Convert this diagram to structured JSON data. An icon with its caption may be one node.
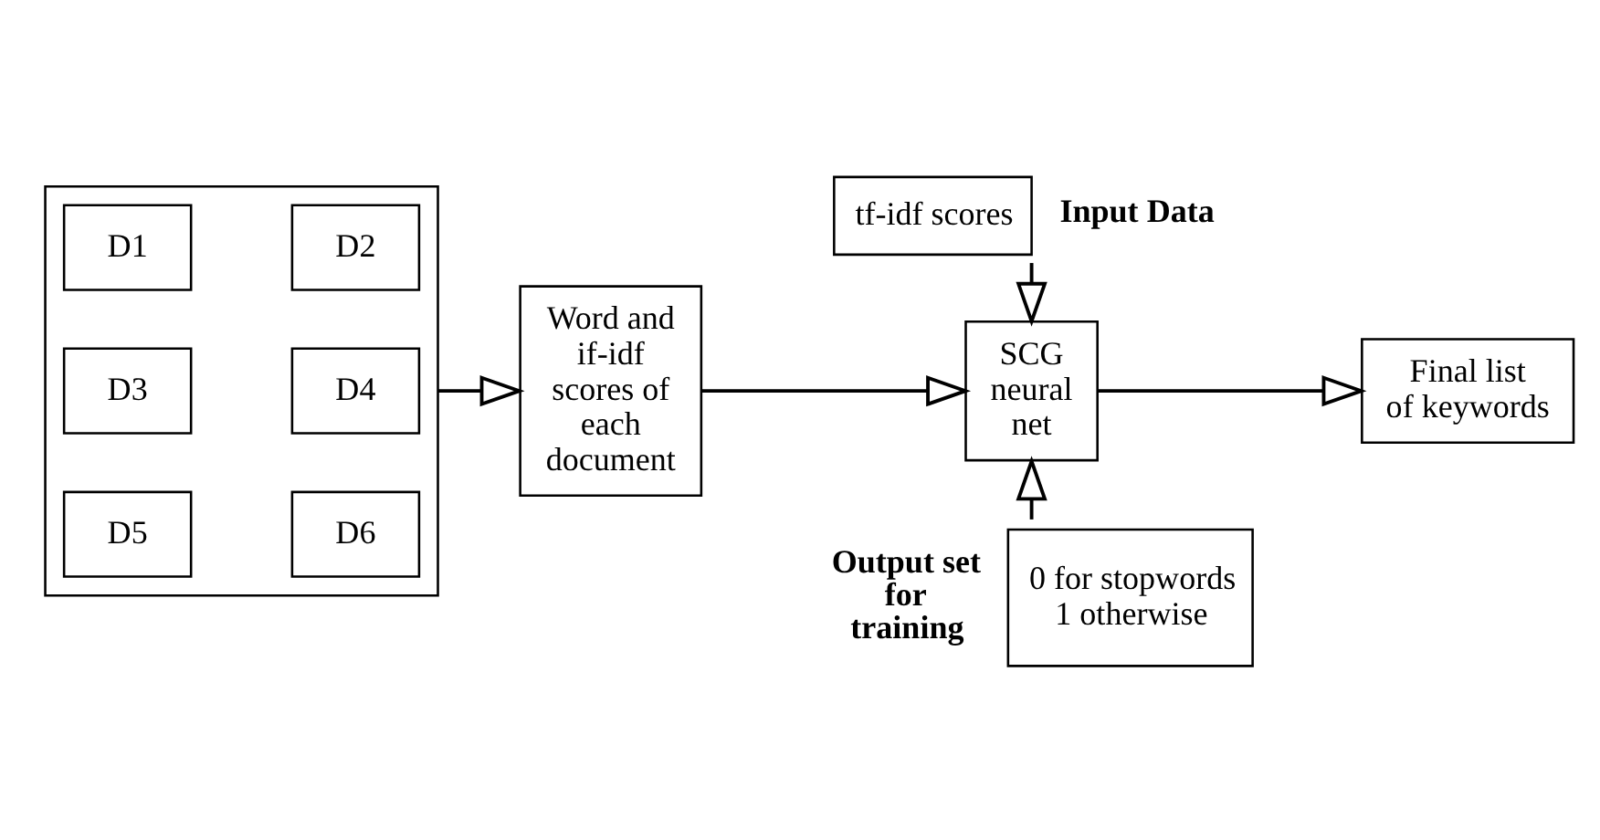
{
  "diagram": {
    "nodes": [
      {
        "text": [],
        "shape": "box"
      },
      {
        "text": [
          "D1"
        ],
        "in": 0
      },
      {
        "text": [
          "D2"
        ],
        "in": 0
      },
      {
        "text": [
          "D3"
        ],
        "in": 0
      },
      {
        "text": [
          "D4"
        ],
        "in": 0
      },
      {
        "text": [
          "D5"
        ],
        "in": 0
      },
      {
        "text": [
          "D6"
        ],
        "in": 0
      },
      {
        "text": [
          "Word and if-idf scores of each document"
        ]
      },
      {
        "text": [
          "tf-idf scores"
        ],
        "beside": [
          "Input Data"
        ]
      },
      {
        "text": [
          "SCG neural net"
        ]
      },
      {
        "text": [
          "Final list of keywords"
        ]
      },
      {
        "text": [
          "0 for stopwords 1 otherwise"
        ],
        "beside": [
          "Output set for training"
        ]
      }
    ],
    "edges": [
      {
        "from": 0,
        "to": 7,
        "arrow": "to"
      },
      {
        "from": 7,
        "to": 9,
        "arrow": "to"
      },
      {
        "from": 8,
        "to": 9,
        "arrow": "to"
      },
      {
        "from": 9,
        "to": 10,
        "arrow": "to"
      },
      {
        "from": 11,
        "to": 9,
        "arrow": "to"
      }
    ]
  }
}
